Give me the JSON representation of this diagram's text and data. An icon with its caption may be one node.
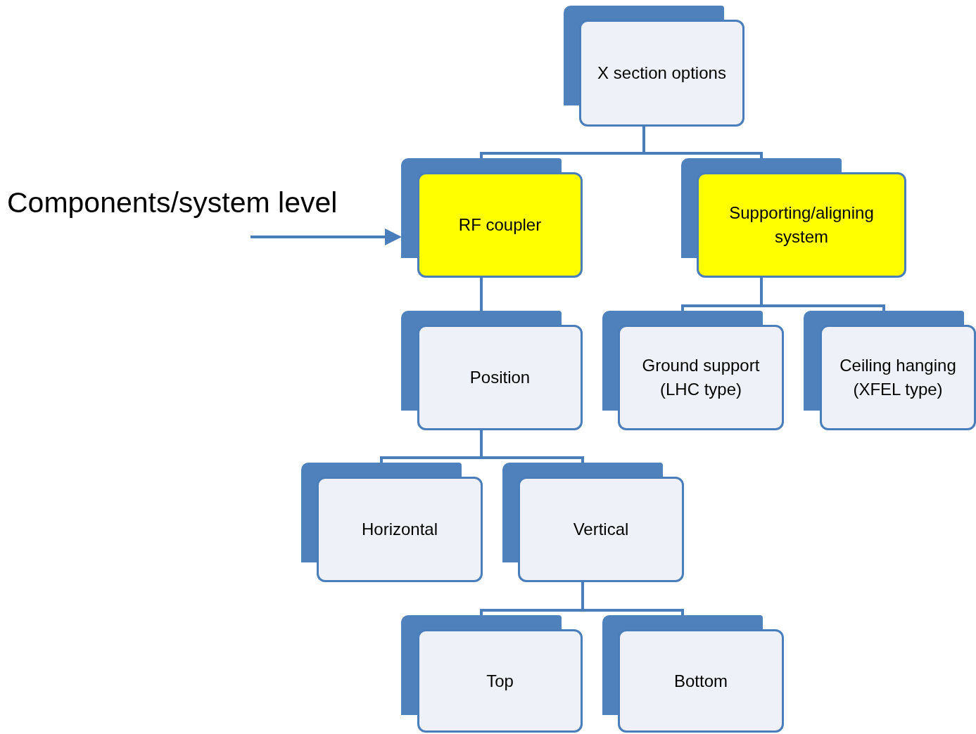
{
  "diagram": {
    "nodes": [
      {
        "text": [
          "X section options"
        ]
      },
      {
        "text": [
          "RF coupler"
        ]
      },
      {
        "text": [
          "Supporting/aligning system"
        ]
      },
      {
        "text": [
          "Position"
        ]
      },
      {
        "text": [
          "Ground support (LHC type)"
        ]
      },
      {
        "text": [
          "Ceiling hanging (XFEL type)"
        ]
      },
      {
        "text": [
          "Horizontal"
        ]
      },
      {
        "text": [
          "Vertical"
        ]
      },
      {
        "text": [
          "Top"
        ]
      },
      {
        "text": [
          "Bottom"
        ]
      }
    ],
    "edges": [
      {
        "from": 0,
        "to": 1,
        "arrow": "none"
      },
      {
        "from": 0,
        "to": 2,
        "arrow": "none"
      },
      {
        "from": 1,
        "to": 3,
        "arrow": "none"
      },
      {
        "from": 2,
        "to": 4,
        "arrow": "none"
      },
      {
        "from": 2,
        "to": 5,
        "arrow": "none"
      },
      {
        "from": 3,
        "to": 6,
        "arrow": "none"
      },
      {
        "from": 3,
        "to": 7,
        "arrow": "none"
      },
      {
        "from": 7,
        "to": 8,
        "arrow": "none"
      },
      {
        "from": 7,
        "to": 9,
        "arrow": "none"
      },
      {
        "from": null,
        "to": 1,
        "arrow": "to"
      }
    ],
    "labels": [
      "Components/system level"
    ]
  }
}
